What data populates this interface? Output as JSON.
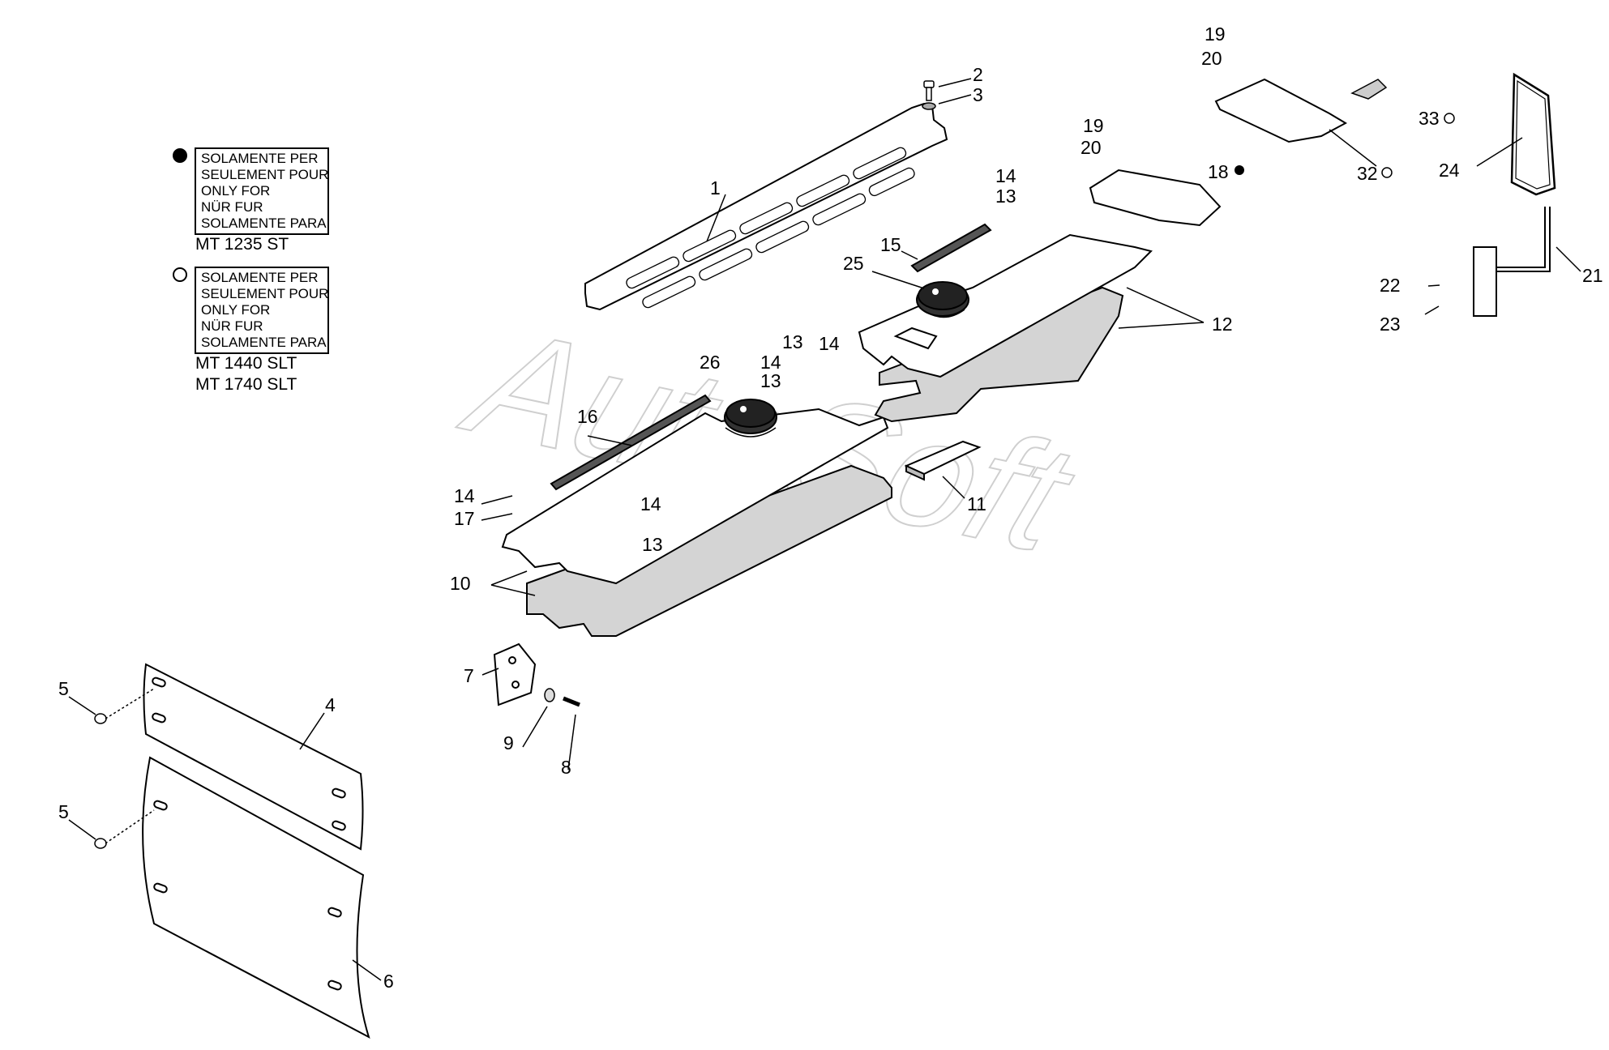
{
  "watermark": "AutoSoft",
  "legend": [
    {
      "marker": "filled-circle",
      "lines": [
        "SOLAMENTE PER",
        "SEULEMENT POUR",
        "ONLY FOR",
        "NÜR FUR",
        "SOLAMENTE PARA"
      ],
      "models": [
        "MT 1235 ST"
      ]
    },
    {
      "marker": "open-circle",
      "lines": [
        "SOLAMENTE PER",
        "SEULEMENT POUR",
        "ONLY FOR",
        "NÜR FUR",
        "SOLAMENTE PARA"
      ],
      "models": [
        "MT 1440 SLT",
        "MT 1740 SLT"
      ]
    }
  ],
  "callouts": {
    "c1": "1",
    "c2": "2",
    "c3": "3",
    "c4": "4",
    "c5a": "5",
    "c5b": "5",
    "c6": "6",
    "c7": "7",
    "c8": "8",
    "c9": "9",
    "c10": "10",
    "c11": "11",
    "c12": "12",
    "c13a": "13",
    "c13b": "13",
    "c13c": "13",
    "c13d": "13",
    "c14a": "14",
    "c14b": "14",
    "c14c": "14",
    "c14d": "14",
    "c14e": "14",
    "c15": "15",
    "c16": "16",
    "c17": "17",
    "c18": "18",
    "c19a": "19",
    "c19b": "19",
    "c20a": "20",
    "c20b": "20",
    "c21": "21",
    "c22": "22",
    "c23": "23",
    "c24": "24",
    "c25": "25",
    "c26": "26",
    "c32": "32",
    "c33": "33"
  },
  "colors": {
    "line": "#000000",
    "shade": "#d4d4d4",
    "watermark": "#cfcfcf"
  }
}
